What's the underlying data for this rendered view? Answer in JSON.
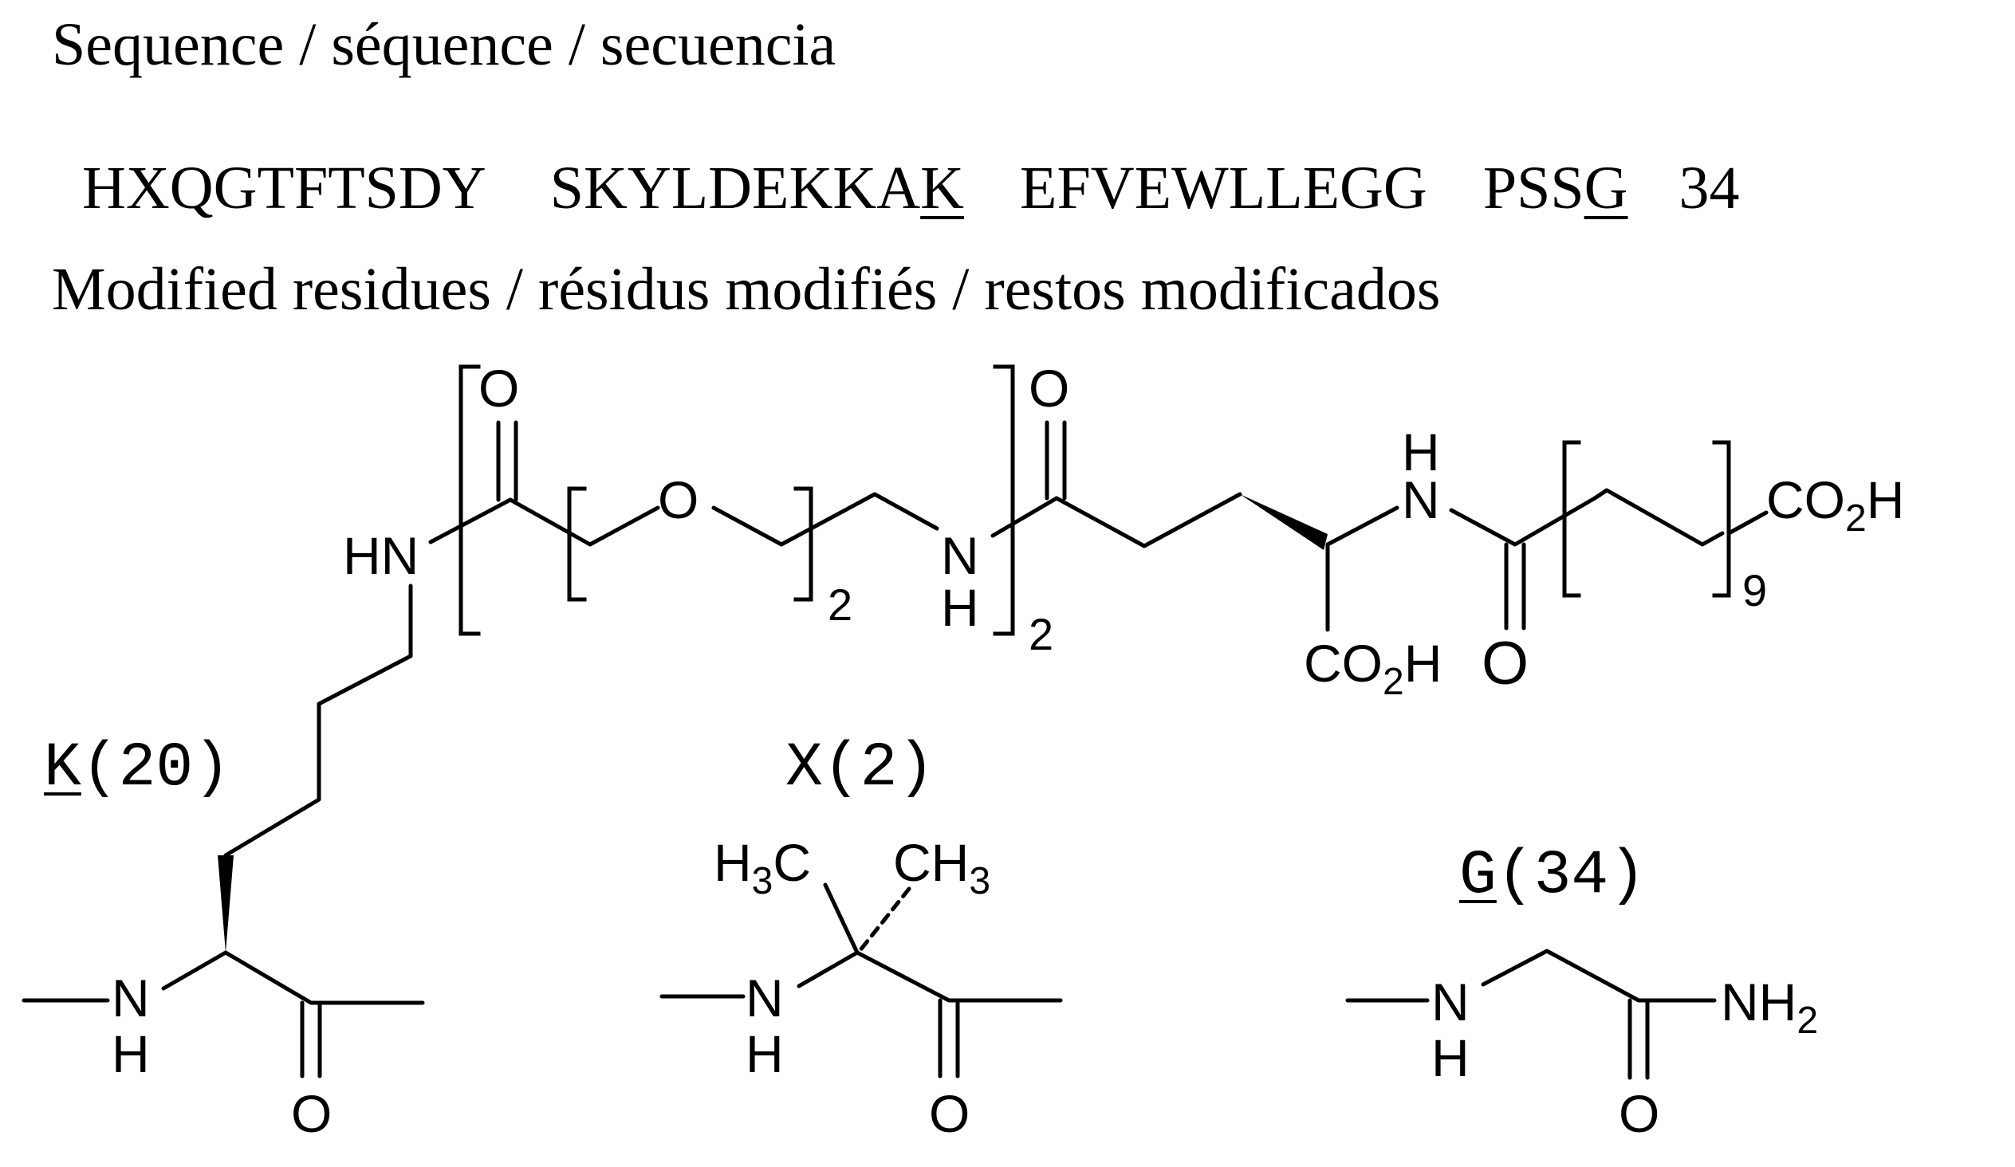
{
  "sequence": {
    "heading": "Sequence / séquence / secuencia",
    "seg1": "HXQGTFTSDY",
    "seg2_pre": "SKYLDEKKA",
    "seg2_mod": "K",
    "seg3": "EFVEWLLEGG",
    "seg4_pre": "PSS",
    "seg4_mod": "G",
    "length": "34"
  },
  "modified": {
    "heading": "Modified residues / résidus modifiés / restos modificados"
  },
  "side_chain": {
    "hn": "HN",
    "o1": "O",
    "o_ether": "O",
    "repeat1": "2",
    "nh_n": "N",
    "nh_h": "H",
    "repeat2": "2",
    "o2": "O",
    "h_top": "H",
    "n_amide": "N",
    "o3": "O",
    "repeat3": "9",
    "co2h_end": "CO",
    "co2h_end_sub": "2",
    "co2h_end_h": "H",
    "co2h_glu": "CO",
    "co2h_glu_sub": "2",
    "co2h_glu_h": "H"
  },
  "residues": {
    "k20": {
      "letter": "K",
      "position": "(20)",
      "n": "N",
      "h": "H",
      "o": "O"
    },
    "x2": {
      "letter": "X",
      "position": "(2)",
      "ch3_left": "H",
      "ch3_left_c": "C",
      "ch3_right": "CH",
      "sub3": "3",
      "n": "N",
      "h": "H",
      "o": "O"
    },
    "g34": {
      "letter": "G",
      "position": "(34)",
      "n": "N",
      "h": "H",
      "o": "O",
      "nh2": "NH",
      "sub2": "2"
    }
  }
}
